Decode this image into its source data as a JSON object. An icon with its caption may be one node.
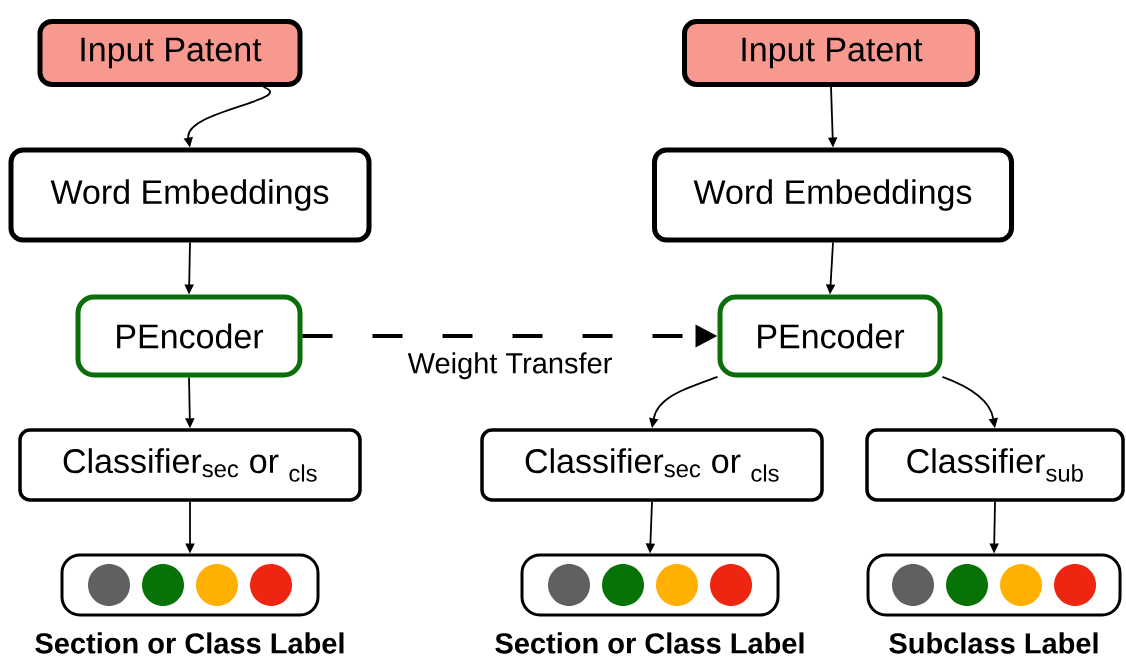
{
  "diagram": {
    "nodes": [
      {
        "text": [
          "Input Patent"
        ]
      },
      {
        "text": [
          "Word Embeddings"
        ]
      },
      {
        "text": [
          "PEncoder"
        ]
      },
      {
        "text": [
          "Classifier$_{sec}$ or $_{cls}$"
        ]
      },
      {
        "text": [],
        "shape": "box",
        "beside": [
          "Section or Class Label"
        ]
      },
      {
        "text": [
          "Input Patent"
        ]
      },
      {
        "text": [
          "Word Embeddings"
        ]
      },
      {
        "text": [
          "PEncoder"
        ]
      },
      {
        "text": [
          "Classifier$_{sec}$ or $_{cls}$"
        ]
      },
      {
        "text": [
          "Classifier$_{sub}$"
        ]
      },
      {
        "text": [],
        "shape": "box",
        "beside": [
          "Section or Class Label"
        ]
      },
      {
        "text": [],
        "shape": "box",
        "beside": [
          "Subclass Label"
        ]
      }
    ],
    "edges": [
      {
        "from": 0,
        "to": 1,
        "arrow": "to"
      },
      {
        "from": 1,
        "to": 2,
        "arrow": "to"
      },
      {
        "from": 2,
        "to": 3,
        "arrow": "to"
      },
      {
        "from": 3,
        "to": 4,
        "arrow": "to"
      },
      {
        "from": 2,
        "to": 7,
        "arrow": "to",
        "style": "dashed",
        "label": "Weight Transfer"
      },
      {
        "from": 5,
        "to": 6,
        "arrow": "to"
      },
      {
        "from": 6,
        "to": 7,
        "arrow": "to"
      },
      {
        "from": 7,
        "to": 8,
        "arrow": "to"
      },
      {
        "from": 7,
        "to": 9,
        "arrow": "to"
      },
      {
        "from": 8,
        "to": 10,
        "arrow": "to"
      },
      {
        "from": 9,
        "to": 11,
        "arrow": "to"
      }
    ]
  }
}
